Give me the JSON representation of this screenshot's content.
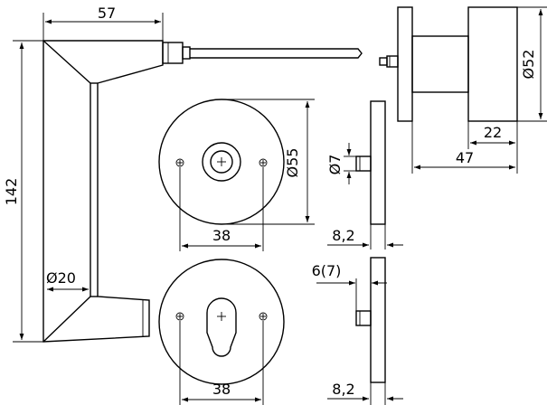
{
  "dimensions": {
    "handle_width": "57",
    "handle_height": "142",
    "handle_diameter": "Ø20",
    "rose_diameter": "Ø55",
    "rose_hole_spacing_top": "38",
    "rose_hole_spacing_bottom": "38",
    "rose_thickness_top": "8,2",
    "rose_thickness_bottom": "8,2",
    "pin_diameter": "Ø7",
    "screw_offset": "6(7)",
    "knob_diameter": "Ø52",
    "knob_depth": "22",
    "knob_total_length": "47"
  }
}
